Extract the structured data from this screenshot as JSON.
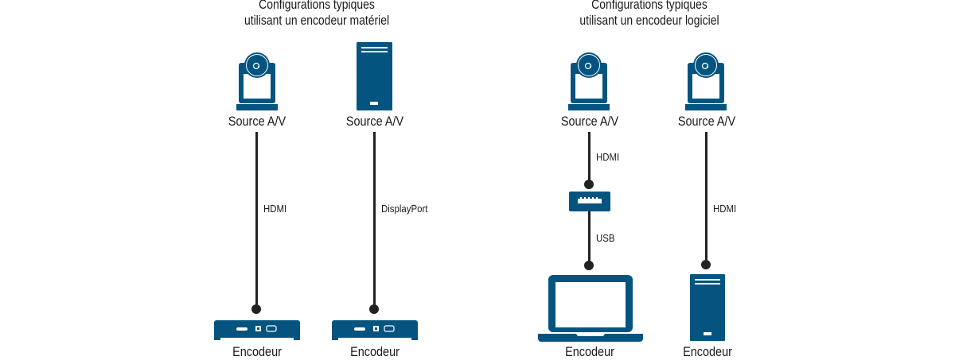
{
  "colors": {
    "device": "#04547f",
    "cable": "#222222",
    "text": "#1a1a1a"
  },
  "sections": [
    {
      "title_line1": "Configurations typiques",
      "title_line2": "utilisant un encodeur matériel",
      "configs": [
        {
          "source_label": "Source A/V",
          "source_icon": "ptz-camera-icon",
          "cable": "HDMI",
          "encoder_label": "Encodeur",
          "encoder_icon": "hardware-encoder-icon"
        },
        {
          "source_label": "Source A/V",
          "source_icon": "tower-pc-icon",
          "cable": "DisplayPort",
          "encoder_label": "Encodeur",
          "encoder_icon": "hardware-encoder-icon"
        }
      ]
    },
    {
      "title_line1": "Configurations typiques",
      "title_line2": "utilisant un encodeur logiciel",
      "configs": [
        {
          "source_label": "Source A/V",
          "source_icon": "ptz-camera-icon",
          "cable": "HDMI",
          "adapter_icon": "usb-capture-adapter-icon",
          "cable2": "USB",
          "encoder_label": "Encodeur",
          "encoder_icon": "laptop-icon"
        },
        {
          "source_label": "Source A/V",
          "source_icon": "ptz-camera-icon",
          "cable": "HDMI",
          "encoder_label": "Encodeur",
          "encoder_icon": "tower-pc-icon"
        }
      ]
    }
  ]
}
